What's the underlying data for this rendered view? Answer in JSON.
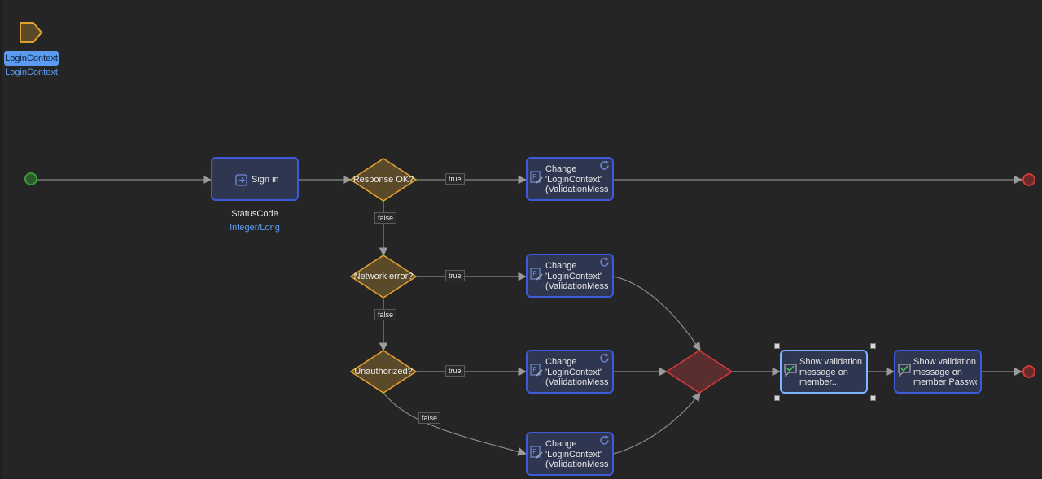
{
  "parameter": {
    "name": "LoginContext",
    "type": "LoginContext"
  },
  "actions": {
    "sign_in": {
      "label": "Sign in",
      "output_name": "StatusCode",
      "output_type": "Integer/Long"
    },
    "change_1": {
      "text": "Change\n'LoginContext'\n(ValidationMessa..."
    },
    "change_2": {
      "text": "Change\n'LoginContext'\n(ValidationMessa..."
    },
    "change_3": {
      "text": "Change\n'LoginContext'\n(ValidationMessa..."
    },
    "change_4": {
      "text": "Change\n'LoginContext'\n(ValidationMessa..."
    },
    "show_validation_1": {
      "text": "Show validation\nmessage on\nmember..."
    },
    "show_validation_2": {
      "text": "Show validation\nmessage on\nmember Passwor..."
    }
  },
  "decisions": {
    "response_ok": "Response OK?",
    "network_error": "Network error?",
    "unauthorized": "Unauthorized?"
  },
  "flow_labels": {
    "true_1": "true",
    "false_1": "false",
    "true_2": "true",
    "false_2": "false",
    "true_3": "true",
    "false_3": "false"
  },
  "colors": {
    "background": "#252526",
    "activity_fill": "#2f3650",
    "activity_border": "#3d5bd9",
    "decision_fill": "#5b4a2a",
    "decision_border": "#e0a030",
    "merge_fill": "#5a2e2e",
    "merge_border": "#d03a3a",
    "start_event": "#3a9a3a",
    "end_event": "#d03a3a",
    "selection": "#5b9cf2"
  },
  "icons": {
    "parameter": "parameter-icon",
    "sign_in": "sign-in-icon",
    "change": "change-object-icon",
    "refresh": "refresh-icon",
    "validation": "validation-message-icon"
  }
}
